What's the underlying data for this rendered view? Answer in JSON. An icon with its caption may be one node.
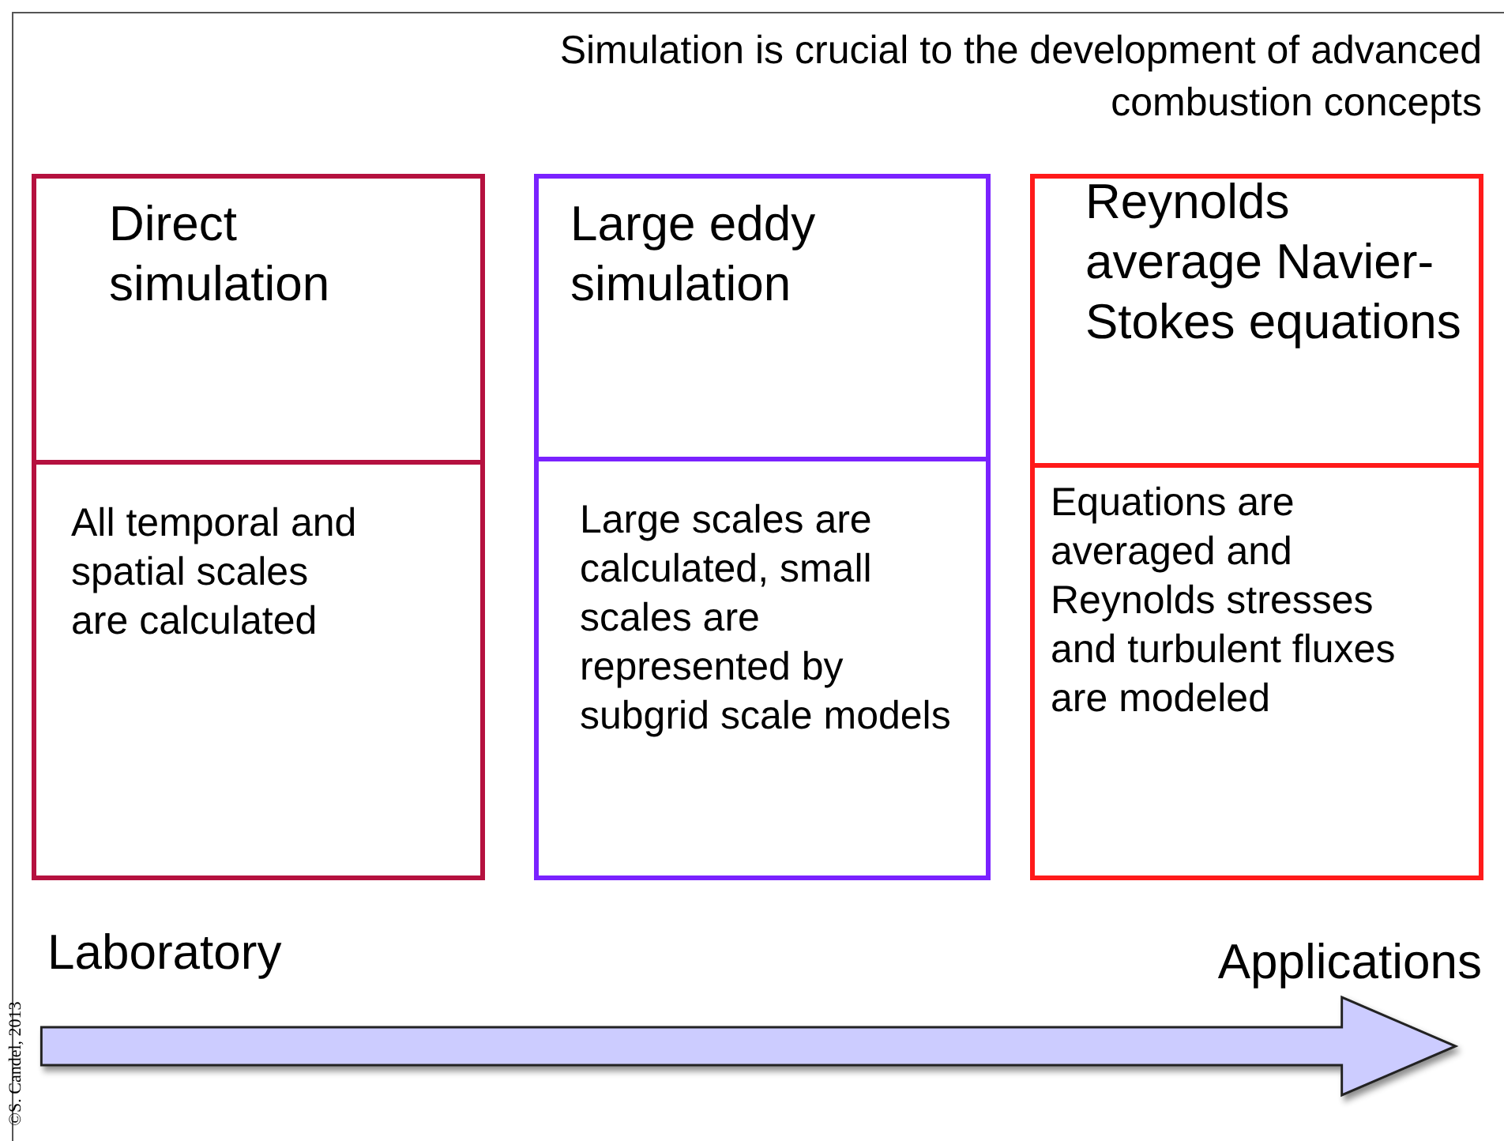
{
  "diagram": {
    "title": "Simulation is crucial to the development of advanced combustion concepts",
    "nodes": [
      {
        "text": [
          "Direct simulation",
          "All temporal and spatial scales are calculated"
        ]
      },
      {
        "text": [
          "Large eddy simulation",
          "Large scales are calculated, small scales are represented by subgrid scale models"
        ]
      },
      {
        "text": [
          "Reynolds average Navier-Stokes equations",
          "Equations are averaged and Reynolds stresses and turbulent fluxes are modeled"
        ]
      }
    ],
    "edges": [],
    "labels": [
      "Laboratory",
      "Applications",
      "©S. Candel, 2013"
    ]
  }
}
